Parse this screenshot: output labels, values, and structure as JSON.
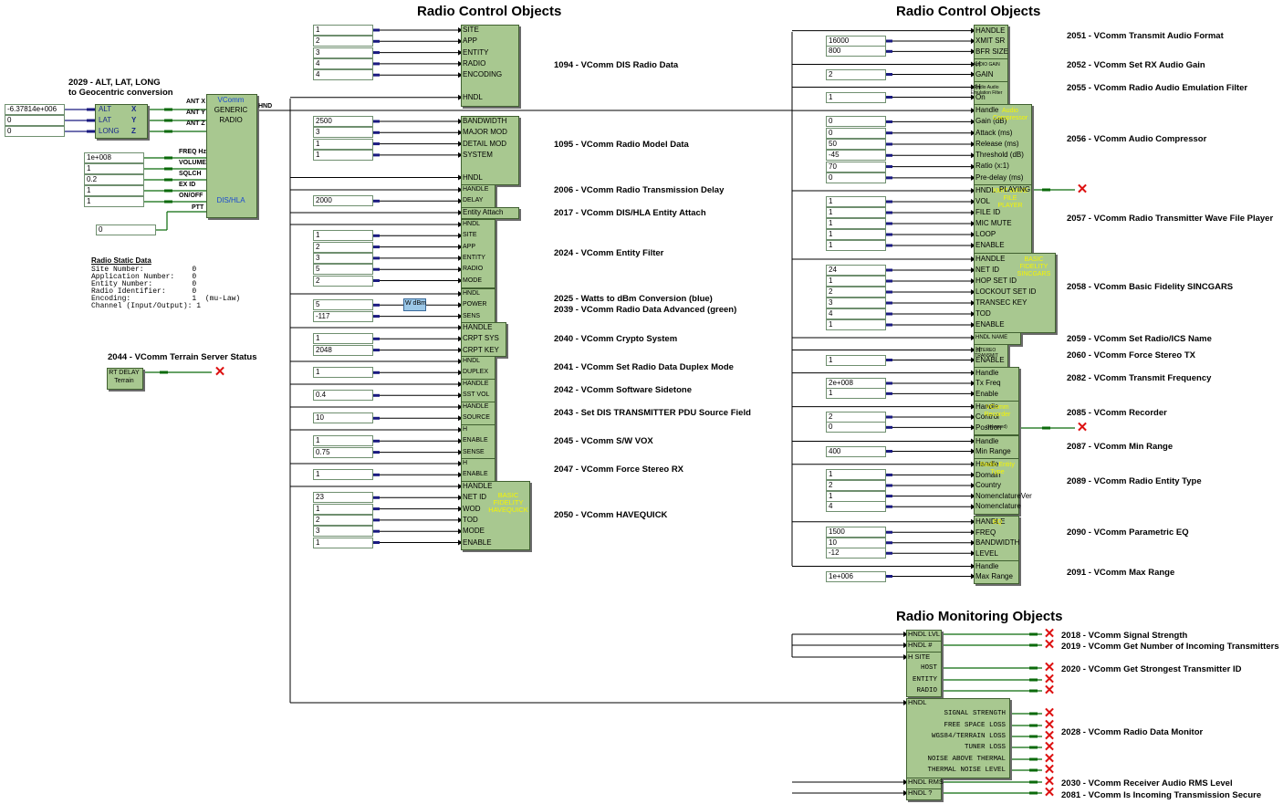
{
  "titles": {
    "control_left": "Radio Control Objects",
    "control_right": "Radio Control Objects",
    "monitoring": "Radio Monitoring Objects"
  },
  "conv": {
    "heading1": "2029 - ALT, LAT, LONG",
    "heading2": "to Geocentric conversion",
    "inputs": [
      "-6.37814e+006",
      "0",
      "0"
    ],
    "ports": [
      "ALT",
      "LAT",
      "LONG"
    ],
    "outs": [
      "X",
      "Y",
      "Z"
    ]
  },
  "generic": {
    "title1": "VComm",
    "title2": "GENERIC",
    "title3": "RADIO",
    "foot": "DIS/HLA",
    "ports": [
      "ANT X",
      "ANT Y",
      "ANT Z",
      "FREQ Hz",
      "VOLUME",
      "SQLCH",
      "EX ID",
      "ON/OFF",
      "PTT"
    ],
    "out": "HND",
    "inputs": [
      "1e+008",
      "1",
      "0.2",
      "1",
      "1",
      "0"
    ]
  },
  "static": {
    "title": "Radio Static Data",
    "text": "Site Number:           0\nApplication Number:    0\nEntity Number:         0\nRadio Identifier:      0\nEncoding:              1  (mu-Law)\nChannel (Input/Output): 1"
  },
  "terrain": {
    "title": "2044 - VComm Terrain Server Status",
    "line1": "RT DELAY",
    "line2": "Terrain"
  },
  "left_blocks": [
    {
      "label": "1094 - VComm DIS Radio Data",
      "ports": [
        "SITE",
        "APP",
        "ENTITY",
        "RADIO",
        "ENCODING",
        "",
        "HNDL"
      ],
      "inputs": [
        "1",
        "2",
        "3",
        "4",
        "4"
      ]
    },
    {
      "label": "1095 - VComm Radio Model Data",
      "ports": [
        "BANDWIDTH",
        "MAJOR MOD",
        "DETAIL MOD",
        "SYSTEM",
        "",
        "HNDL"
      ],
      "inputs": [
        "2500",
        "3",
        "1",
        "1"
      ]
    },
    {
      "label": "2006 - VComm Radio Transmission Delay",
      "ports": [
        "HANDLE",
        "DELAY"
      ],
      "inputs": [
        "2000"
      ]
    },
    {
      "label": "2017 - VComm DIS/HLA Entity Attach",
      "ports": [
        "Entity Attach"
      ],
      "inputs": []
    },
    {
      "label": "2024 - VComm Entity Filter",
      "ports": [
        "HNDL",
        "SITE",
        "APP",
        "ENTITY",
        "RADIO",
        "MODE"
      ],
      "inputs": [
        "1",
        "2",
        "3",
        "5",
        "2"
      ]
    },
    {
      "label": "2025 - Watts to dBm Conversion (blue)",
      "label2": "2039 - VComm Radio Data Advanced (green)",
      "ports": [
        "HNDL",
        "POWER",
        "SENS"
      ],
      "inputs": [
        "5",
        "-117"
      ],
      "conv": "W  dBm"
    },
    {
      "label": "2040 - VComm Crypto System",
      "ports": [
        "HANDLE",
        "CRPT SYS",
        "CRPT KEY"
      ],
      "inputs": [
        "1",
        "2048"
      ]
    },
    {
      "label": "2041 - VComm Set Radio Data Duplex Mode",
      "ports": [
        "HNDL",
        "DUPLEX"
      ],
      "inputs": [
        "1"
      ]
    },
    {
      "label": "2042 - VComm Software Sidetone",
      "ports": [
        "HANDLE",
        "SST VOL"
      ],
      "inputs": [
        "0.4"
      ]
    },
    {
      "label": "2043 - Set DIS TRANSMITTER PDU Source Field",
      "ports": [
        "HANDLE",
        "SOURCE"
      ],
      "inputs": [
        "10"
      ]
    },
    {
      "label": "2045 - VComm S/W VOX",
      "ports": [
        "H",
        "ENABLE",
        "SENSE"
      ],
      "inputs": [
        "1",
        "0.75"
      ]
    },
    {
      "label": "2047 - VComm Force Stereo RX",
      "ports": [
        "H",
        "ENABLE"
      ],
      "inputs": [
        "1"
      ]
    },
    {
      "label": "2050 - VComm HAVEQUICK",
      "ports": [
        "HANDLE",
        "NET ID",
        "WOD",
        "TOD",
        "MODE",
        "ENABLE"
      ],
      "inputs": [
        "23",
        "1",
        "2",
        "3",
        "1"
      ],
      "inner": "BASIC FIDELITY HAVEQUICK"
    }
  ],
  "right_blocks": [
    {
      "label": "2051 - VComm Transmit Audio Format",
      "ports": [
        "HANDLE",
        "XMIT SR",
        "BFR SIZE"
      ],
      "inputs": [
        "16000",
        "800"
      ]
    },
    {
      "label": "2052 - VComm Set RX Audio Gain",
      "ports": [
        "H",
        "GAIN"
      ],
      "inputs": [
        "2"
      ],
      "inner": "AUDIO GAIN"
    },
    {
      "label": "2055 - VComm Radio Audio Emulation Filter",
      "ports": [
        "H",
        "On"
      ],
      "inputs": [
        "1"
      ],
      "inner": "Radio Audio Emulation Filter"
    },
    {
      "label": "2056 - VComm Audio Compressor",
      "ports": [
        "Handle",
        "Gain (dB)",
        "Attack (ms)",
        "Release (ms)",
        "Threshold (dB)",
        "Ratio (x:1)",
        "Pre-delay (ms)"
      ],
      "inputs": [
        "0",
        "0",
        "50",
        "-45",
        "70",
        "0"
      ],
      "inner": "Audio Compressor"
    },
    {
      "label": "2057 - VComm Radio Transmitter Wave File Player",
      "ports": [
        "HNDL",
        "VOL",
        "FILE ID",
        "MIC MUTE",
        "LOOP",
        "ENABLE"
      ],
      "inputs": [
        "1",
        "1",
        "1",
        "1",
        "1"
      ],
      "inner": "XMIT WAVE FILE PLAYER",
      "out": "PLAYING"
    },
    {
      "label": "2058 - VComm Basic Fidelity SINCGARS",
      "ports": [
        "HANDLE",
        "NET ID",
        "HOP SET ID",
        "LOCKOUT SET ID",
        "TRANSEC KEY",
        "TOD",
        "ENABLE"
      ],
      "inputs": [
        "24",
        "1",
        "2",
        "3",
        "4",
        "1"
      ],
      "inner": "BASIC FIDELITY SINCGARS"
    },
    {
      "label": "2059 - VComm Set Radio/ICS Name",
      "ports": [
        "HNDL  NAME"
      ],
      "inputs": []
    },
    {
      "label": "2060 - VComm Force Stereo TX",
      "ports": [
        "H",
        "ENABLE"
      ],
      "inputs": [
        "1"
      ],
      "inner": "STEREO TRANSMIT"
    },
    {
      "label": "2082 - VComm Transmit Frequency",
      "ports": [
        "Handle",
        "Tx Freq",
        "Enable"
      ],
      "inputs": [
        "2e+008",
        "1"
      ]
    },
    {
      "label": "2085 - VComm Recorder",
      "ports": [
        "Handle",
        "Control",
        "Position"
      ],
      "inputs": [
        "2",
        "0"
      ],
      "inner": "VComm Recorder",
      "out": "(reserved)"
    },
    {
      "label": "2087 - VComm Min Range",
      "ports": [
        "Handle",
        "Min Range"
      ],
      "inputs": [
        "400"
      ]
    },
    {
      "label": "2089 - VComm Radio Entity Type",
      "ports": [
        "Handle",
        "Domain",
        "Country",
        "NomenclatureVer",
        "Nomenclature"
      ],
      "inputs": [
        "1",
        "2",
        "1",
        "4"
      ],
      "inner": "Radio Entity Type"
    },
    {
      "label": "2090 - VComm Parametric EQ",
      "ports": [
        "HANDLE",
        "FREQ",
        "BANDWIDTH",
        "LEVEL"
      ],
      "inputs": [
        "1500",
        "10",
        "-12"
      ],
      "inner": "EQ"
    },
    {
      "label": "2091 - VComm Max Range",
      "ports": [
        "Handle",
        "Max Range"
      ],
      "inputs": [
        "1e+006"
      ]
    }
  ],
  "monitor_blocks": [
    {
      "labels": [
        "2018 - VComm Signal Strength"
      ],
      "ports": [
        "HNDL  LVL"
      ]
    },
    {
      "labels": [
        "2019 - VComm Get Number of Incoming Transmitters"
      ],
      "ports": [
        "HNDL    #"
      ]
    },
    {
      "labels": [
        "2020 - VComm Get Strongest Transmitter ID"
      ],
      "ports": [
        "H     SITE",
        "HOST",
        "ENTITY",
        "RADIO"
      ]
    },
    {
      "labels": [
        "2028 - VComm Radio Data Monitor"
      ],
      "ports": [
        "HNDL",
        "SIGNAL STRENGTH",
        "FREE SPACE LOSS",
        "WGS84/TERRAIN LOSS",
        "TUNER LOSS",
        "",
        "",
        "NOISE ABOVE THERMAL",
        "THERMAL NOISE LEVEL"
      ]
    },
    {
      "labels": [
        "2030 - VComm Receiver Audio RMS Level"
      ],
      "ports": [
        "HNDL RMS"
      ]
    },
    {
      "labels": [
        "2081 - VComm Is Incoming Transmission Secure"
      ],
      "ports": [
        "HNDL  ?"
      ]
    }
  ],
  "colors": {
    "block": "#a8c890",
    "wire_dark": "#1a1a80",
    "wire_green": "#0a6a0a",
    "x": "#d11"
  }
}
